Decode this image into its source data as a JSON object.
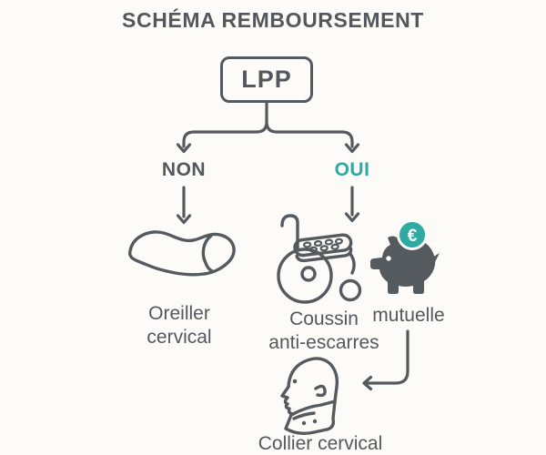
{
  "colors": {
    "background": "#fcfbf7",
    "ink": "#54585d",
    "line": "#555a5e",
    "accent_teal": "#2faaa3",
    "coin_symbol_color": "#ffffff"
  },
  "title": "SCHÉMA REMBOURSEMENT",
  "diagram": {
    "root": {
      "label": "LPP"
    },
    "branches": {
      "no": {
        "label": "NON"
      },
      "yes": {
        "label": "OUI"
      }
    },
    "no_outcome": {
      "icon": "cervical-pillow-icon",
      "label_line1": "Oreiller",
      "label_line2": "cervical"
    },
    "yes_outcome": {
      "icon": "wheelchair-cushion-icon",
      "label_line1": "Coussin",
      "label_line2": "anti-escarres"
    },
    "funding": {
      "icon": "piggy-bank-icon",
      "coin_symbol": "€",
      "label": "mutuelle"
    },
    "result": {
      "icon": "cervical-collar-icon",
      "label": "Collier cervical"
    }
  }
}
